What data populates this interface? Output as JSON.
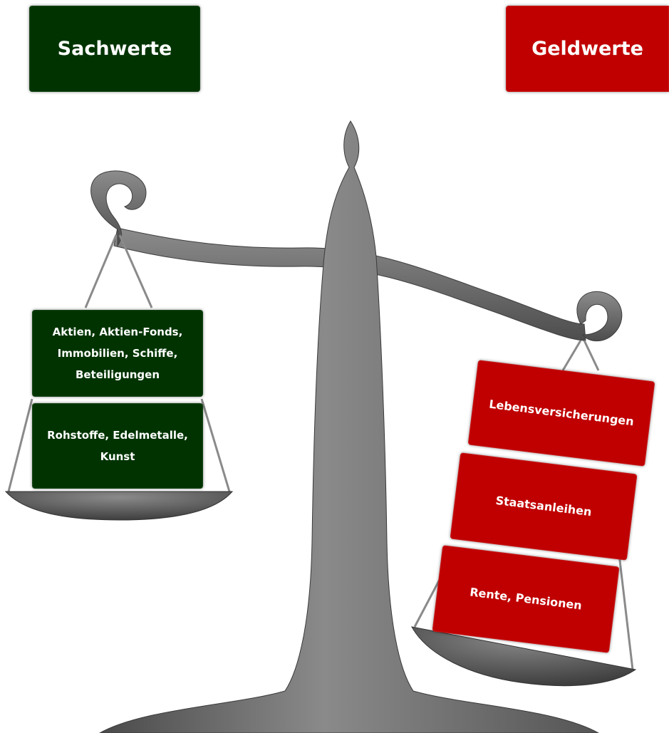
{
  "headers": {
    "left": "Sachwerte",
    "right": "Geldwerte"
  },
  "left_items": [
    "Aktien, Aktien-Fonds,\nImmobilien, Schiffe,\nBeteiligungen",
    "Rohstoffe, Edelmetalle,\nKunst"
  ],
  "right_items": [
    "Lebensversicherungen",
    "Staatsanleihen",
    "Rente, Pensionen"
  ],
  "colors": {
    "sachwerte": "#003300",
    "geldwerte": "#c00000",
    "scale": "#6e6e6e"
  }
}
